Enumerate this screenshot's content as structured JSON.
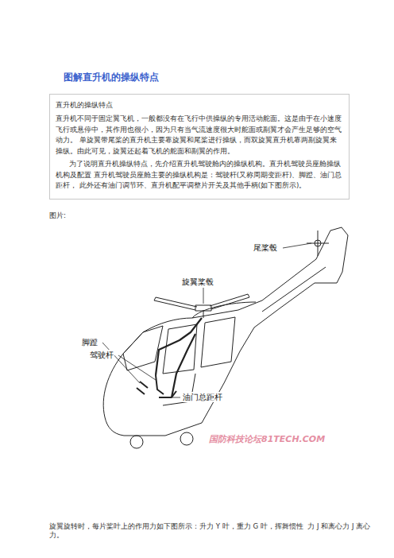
{
  "diagram": {
    "title": "图解直升机的操纵特点",
    "nodes": [
      {
        "text": [
          "直升机的操纵特点",
          "直升机不同于固定翼飞机，一般都没有在飞行中供操纵的专用活动舵面。这是由于在小速度飞行或悬停中，其作用也很小，因为只有当气流速度很大时舵面或副翼才会产生足够的空气动力。 单旋翼带尾桨的直升机主要靠旋翼和尾桨进行操纵，而双旋翼直升机靠两副旋翼来操纵。由此可见，旋翼还起着飞机的舵面和副翼的作用。",
          "为了说明直升机操纵特点，先介绍直升机驾驶舱内的操纵机构。直升机驾驶员座舱操纵机构及配置 直升机驾驶员座舱主要的操纵机构是：驾驶杆(又称周期变距杆)、脚蹬、油门总距杆， 此外还有油门调节环、直升机配平调整片开关及其他手柄(如下图所示)。"
        ]
      }
    ],
    "labels": [
      "图片:",
      "尾桨毂",
      "旋翼桨毂",
      "脚蹬",
      "驾驶杆",
      "油门总距杆",
      "国防科技论坛81TECH.COM",
      "旋翼旋转时，每片桨叶上的作用力如下图所示：升力 Y 叶，重力 G 叶，挥舞惯性  力 J 和离心力 J 离心力。"
    ]
  }
}
